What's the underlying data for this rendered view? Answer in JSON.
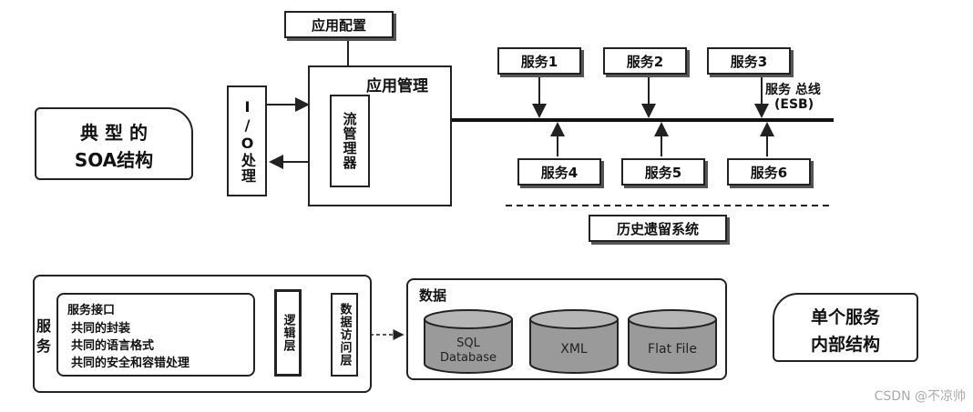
{
  "top": {
    "label_box": [
      "典 型 的",
      "SOA结构"
    ],
    "app_config": "应用配置",
    "app_manage": "应用管理",
    "io_box": "I/O处理",
    "flow_manager": "流管理器",
    "services_top": [
      "服务1",
      "服务2",
      "服务3"
    ],
    "services_bottom": [
      "服务4",
      "服务5",
      "服务6"
    ],
    "esb_label": [
      "服务 总线",
      "(ESB)"
    ],
    "legacy": "历史遗留系统"
  },
  "bottom": {
    "label_box": [
      "单个服务",
      "内部结构"
    ],
    "service_side": "服务",
    "interface_title": "服务接口",
    "interface_items": [
      "共同的封装",
      "共同的语言格式",
      "共同的安全和容错处理"
    ],
    "logic_layer": "逻辑层",
    "data_access_layer": "数据访问层",
    "data_title": "数据",
    "databases": [
      "SQL Database",
      "XML",
      "Flat File"
    ]
  },
  "watermark": "CSDN @不凉帅"
}
